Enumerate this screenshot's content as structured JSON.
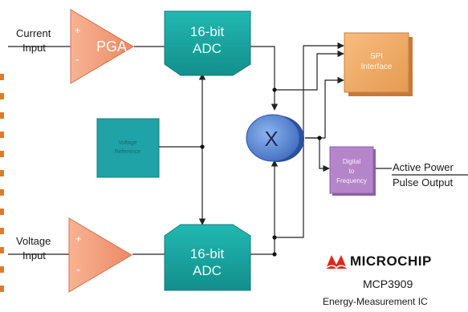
{
  "inputs": {
    "current": [
      "Current",
      "Input"
    ],
    "voltage": [
      "Voltage",
      "Input"
    ]
  },
  "blocks": {
    "pga": "PGA",
    "adc_top": [
      "16-bit",
      "ADC"
    ],
    "adc_bottom": [
      "16-bit",
      "ADC"
    ],
    "reference": [
      "Voltage",
      "Reference"
    ],
    "multiplier": "X",
    "spi": [
      "SPI",
      "Interface"
    ],
    "dtf": [
      "Digital",
      "to",
      "Frequency"
    ]
  },
  "outputs": {
    "active_power": "Active Power",
    "pulse_output": "Pulse Output"
  },
  "amp_signs": {
    "plus": "+",
    "minus": "-"
  },
  "branding": {
    "logo_text": "MICROCHIP",
    "part_number": "MCP3909",
    "subtitle": "Energy-Measurement IC"
  },
  "colors": {
    "amp": "#f2a07f",
    "adc": "#1aa9a4",
    "reference": "#1fa3a6",
    "multiplier": "#4f7fd0",
    "spi": "#f0a964",
    "dtf": "#b486c9",
    "line": "#222222",
    "logo_red": "#e0261d"
  }
}
